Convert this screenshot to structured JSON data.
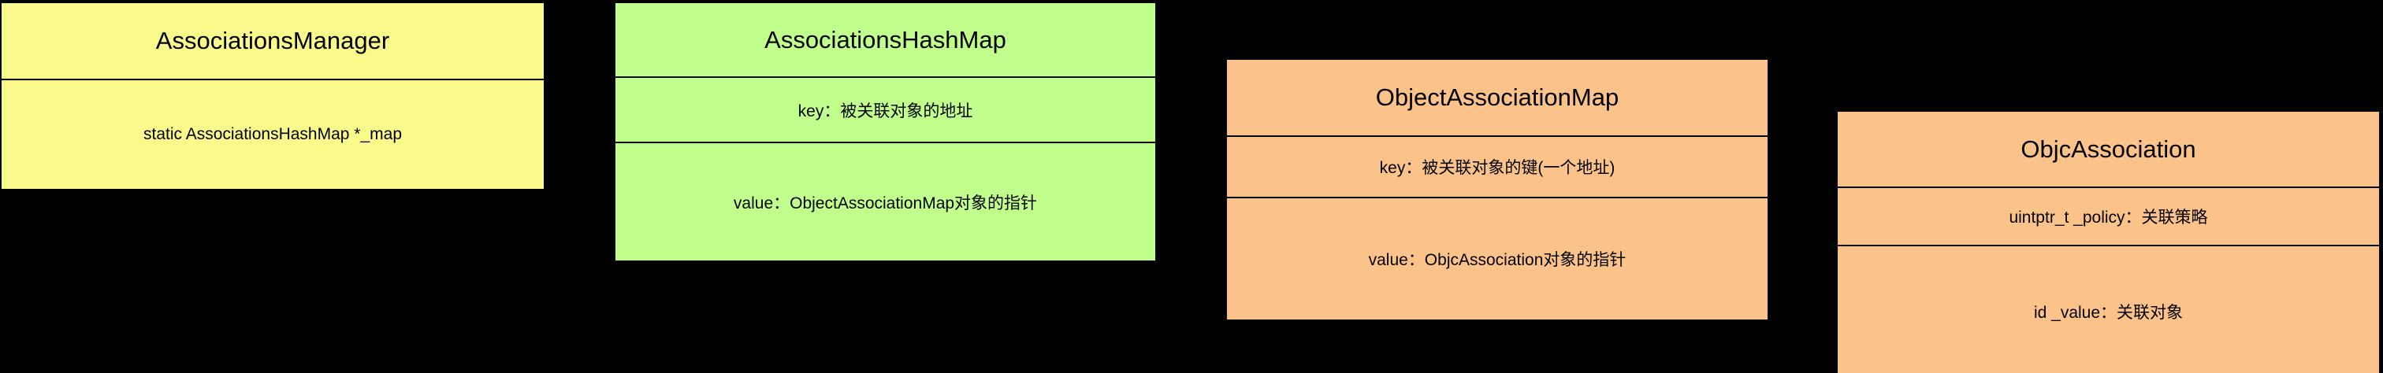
{
  "diagram": {
    "type": "uml-class-diagram",
    "background_color": "#000000",
    "boxes": [
      {
        "id": "associations-manager",
        "title": "AssociationsManager",
        "fill_color": "#FAFA8C",
        "rows": [
          "static AssociationsHashMap *_map"
        ]
      },
      {
        "id": "associations-hashmap",
        "title": "AssociationsHashMap",
        "fill_color": "#C0FF8C",
        "rows": [
          "key：被关联对象的地址",
          "value：ObjectAssociationMap对象的指针"
        ]
      },
      {
        "id": "object-association-map",
        "title": "ObjectAssociationMap",
        "fill_color": "#FBC38A",
        "rows": [
          "key：被关联对象的键(一个地址)",
          "value：ObjcAssociation对象的指针"
        ]
      },
      {
        "id": "objc-association",
        "title": "ObjcAssociation",
        "fill_color": "#FBC38A",
        "rows": [
          "uintptr_t _policy：关联策略",
          "id _value：关联对象"
        ]
      }
    ]
  }
}
